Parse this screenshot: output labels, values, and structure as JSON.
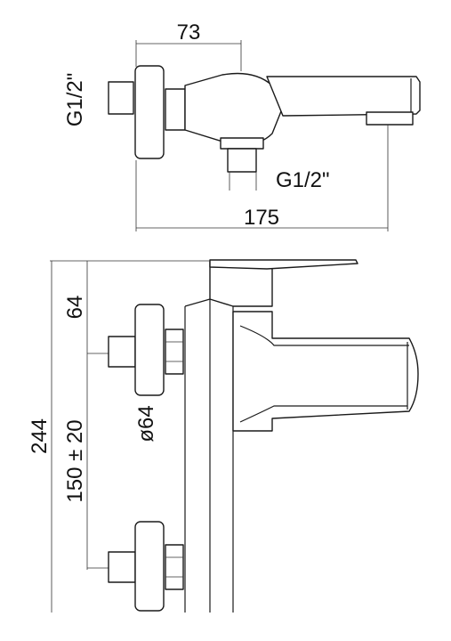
{
  "top_view": {
    "dim_centre": "73",
    "thread_left": "G1/2\"",
    "thread_bottom": "G1/2\"",
    "dim_length": "175"
  },
  "side_view": {
    "dim_height": "244",
    "dim_spout": "64",
    "dim_centres": "150 ± 20",
    "dim_flange": "ø64"
  }
}
